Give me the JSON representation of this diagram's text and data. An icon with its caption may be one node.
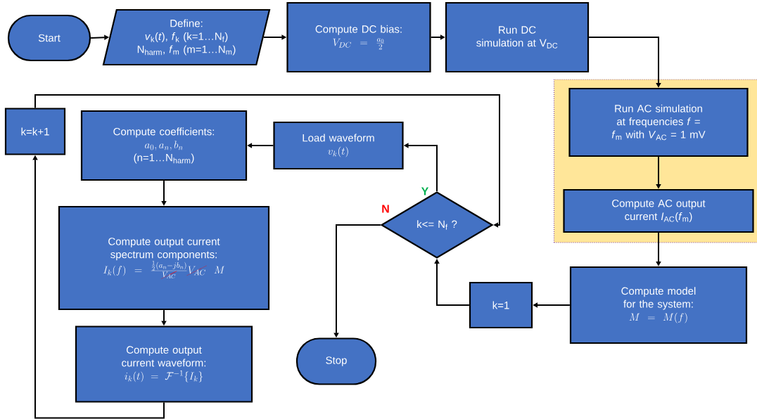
{
  "diagram": {
    "nodes": [
      {
        "text": [
          "Start"
        ]
      },
      {
        "text": [
          "Define:",
          "*v*$_{k}$(*t*), *f*$_{k}$ (k=1…N$_{f}$)",
          "N$_{harm}$, *f*$_{m}$ (m=1…N$_{m}$)"
        ]
      },
      {
        "text": [
          "Compute DC bias:",
          "V_{DC} = \\frac{a_0}{2}"
        ]
      },
      {
        "text": [
          "Run DC simulation at V$_{DC}$"
        ]
      },
      {
        "text": [],
        "shape": "box"
      },
      {
        "text": [
          "Run AC simulation at frequencies *f* = *f*$_{m}$ with *V*$_{AC}$ = 1 mV"
        ],
        "in": 4
      },
      {
        "text": [
          "Compute AC output current *I*$_{AC}$(*f*$_{m}$)"
        ],
        "in": 4
      },
      {
        "text": [
          "Compute model for the system:",
          "M = M(f)"
        ]
      },
      {
        "text": [
          "k=1"
        ]
      },
      {
        "text": [
          "k<= N$_{f}$ ?"
        ]
      },
      {
        "text": [
          "Load waveform",
          "v_k(t)"
        ]
      },
      {
        "text": [
          "Compute coefficients:",
          "a_0, a_n, b_n",
          "(n=1…N$_{harm}$)"
        ]
      },
      {
        "text": [
          "Compute output current spectrum components:",
          "I_k(f) = \\frac{\\frac{1}{2}(a_n - j b_n)}{\\cancel{V_{AC}}}\\cancel{V_{AC}}\\; M"
        ]
      },
      {
        "text": [
          "Compute output current waveform:",
          "i_k(t) = \\mathcal{F}^{-1}\\{I_k\\}"
        ]
      },
      {
        "text": [
          "k=k+1"
        ]
      },
      {
        "text": [
          "Stop"
        ]
      }
    ],
    "edges": [
      {
        "from": 0,
        "to": 1,
        "arrow": "to"
      },
      {
        "from": 1,
        "to": 2,
        "arrow": "to"
      },
      {
        "from": 2,
        "to": 3,
        "arrow": "to"
      },
      {
        "from": 3,
        "to": 5,
        "arrow": "to"
      },
      {
        "from": 5,
        "to": 6,
        "arrow": "to"
      },
      {
        "from": 6,
        "to": 7,
        "arrow": "to"
      },
      {
        "from": 7,
        "to": 8,
        "arrow": "to"
      },
      {
        "from": 8,
        "to": 9,
        "arrow": "to"
      },
      {
        "from": 9,
        "to": 10,
        "arrow": "to",
        "label": "Y"
      },
      {
        "from": 9,
        "to": 15,
        "arrow": "to",
        "label": "N"
      },
      {
        "from": 10,
        "to": 11,
        "arrow": "to"
      },
      {
        "from": 11,
        "to": 12,
        "arrow": "to"
      },
      {
        "from": 12,
        "to": 13,
        "arrow": "to"
      },
      {
        "from": 13,
        "to": 14,
        "arrow": "to"
      },
      {
        "from": 14,
        "to": 9,
        "arrow": "to"
      }
    ]
  }
}
